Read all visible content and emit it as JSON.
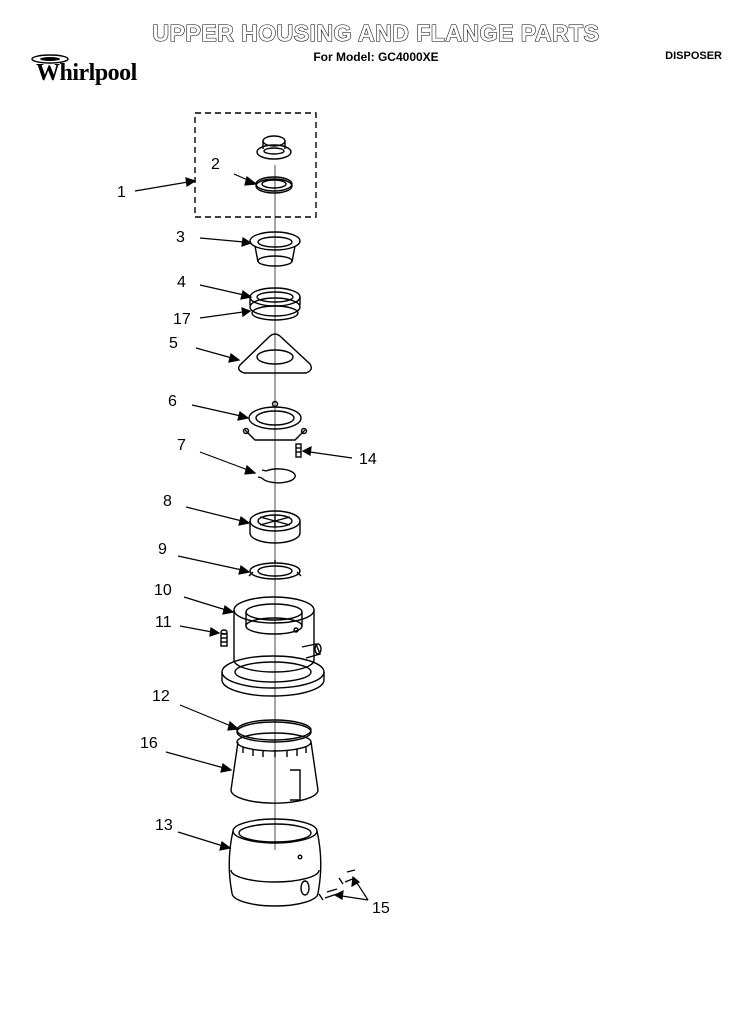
{
  "header": {
    "title": "UPPER HOUSING AND FLANGE PARTS",
    "model_line": "For Model: GC4000XE",
    "category": "DISPOSER",
    "brand": "Whirlpool"
  },
  "callouts": [
    "1",
    "2",
    "3",
    "4",
    "17",
    "5",
    "6",
    "7",
    "14",
    "8",
    "9",
    "10",
    "11",
    "12",
    "16",
    "13",
    "15"
  ]
}
